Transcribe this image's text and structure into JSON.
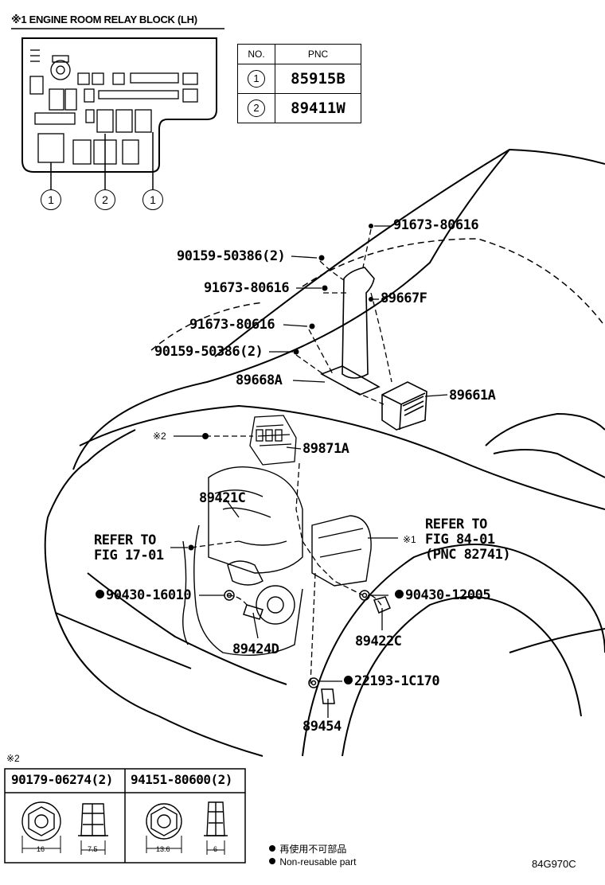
{
  "header": {
    "relay_block_title": "※1 ENGINE ROOM RELAY BLOCK (LH)"
  },
  "pnc_table": {
    "col_no": "NO.",
    "col_pnc": "PNC",
    "rows": [
      {
        "no": "1",
        "pnc": "85915B"
      },
      {
        "no": "2",
        "pnc": "89411W"
      }
    ]
  },
  "relay_callouts": [
    "1",
    "2",
    "1"
  ],
  "parts": {
    "p91673_top": "91673-80616",
    "p90159_a": "90159-50386(2)",
    "p91673_b": "91673-80616",
    "p89667F": "89667F",
    "p91673_c": "91673-80616",
    "p90159_b": "90159-50386(2)",
    "p89668A": "89668A",
    "p89661A": "89661A",
    "ref2_mark": "※2",
    "p89871A": "89871A",
    "p89421C": "89421C",
    "refer_fig17_l1": "REFER TO",
    "refer_fig17_l2": "FIG 17-01",
    "refer_fig84_l1": "REFER TO",
    "refer_fig84_l2": "FIG 84-01",
    "refer_fig84_l3": "(PNC 82741)",
    "ref1_mark": "※1",
    "p90430_16010": "90430-16010",
    "p90430_12005": "90430-12005",
    "p89422C": "89422C",
    "p89424D": "89424D",
    "p22193": "22193-1C170",
    "p89454": "89454"
  },
  "note2": {
    "mark": "※2",
    "col1": "90179-06274(2)",
    "col2": "94151-80600(2)",
    "dim1a": "16",
    "dim1b": "7.5",
    "dim2a": "13.6",
    "dim2b": "6"
  },
  "legend": {
    "line_jp": "再使用不可部品",
    "line_en": "Non-reusable part"
  },
  "figure_code": "84G970C"
}
